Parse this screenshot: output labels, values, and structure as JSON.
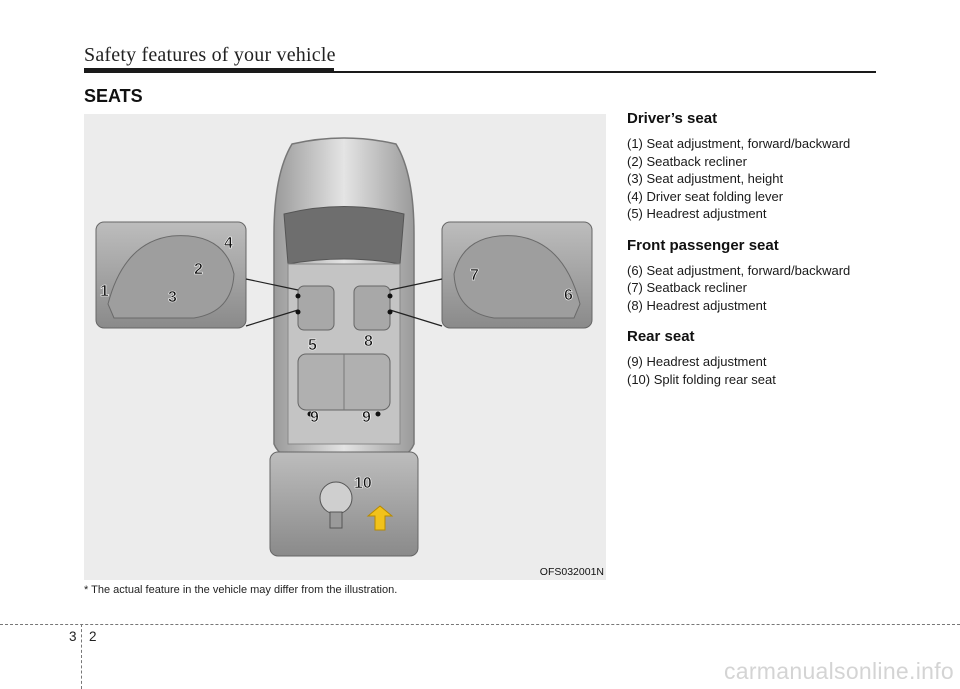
{
  "header": {
    "title": "Safety features of your vehicle"
  },
  "section": {
    "title": "SEATS"
  },
  "figure": {
    "code": "OFS032001N",
    "callouts": [
      "1",
      "2",
      "3",
      "4",
      "5",
      "6",
      "7",
      "8",
      "9",
      "9",
      "10"
    ],
    "footnote": "* The actual feature in the vehicle may differ from the illustration."
  },
  "drivers_seat": {
    "heading": "Driver’s seat",
    "items": [
      "(1) Seat adjustment, forward/backward",
      "(2) Seatback recliner",
      "(3) Seat adjustment, height",
      "(4) Driver seat folding lever",
      "(5) Headrest adjustment"
    ]
  },
  "front_passenger_seat": {
    "heading": "Front passenger seat",
    "items": [
      "(6) Seat adjustment, forward/backward",
      "(7) Seatback recliner",
      "(8) Headrest adjustment"
    ]
  },
  "rear_seat": {
    "heading": "Rear seat",
    "items": [
      "(9) Headrest adjustment",
      "(10) Split folding rear seat"
    ]
  },
  "page": {
    "chapter": "3",
    "number": "2"
  },
  "watermark": "carmanualsonline.info"
}
